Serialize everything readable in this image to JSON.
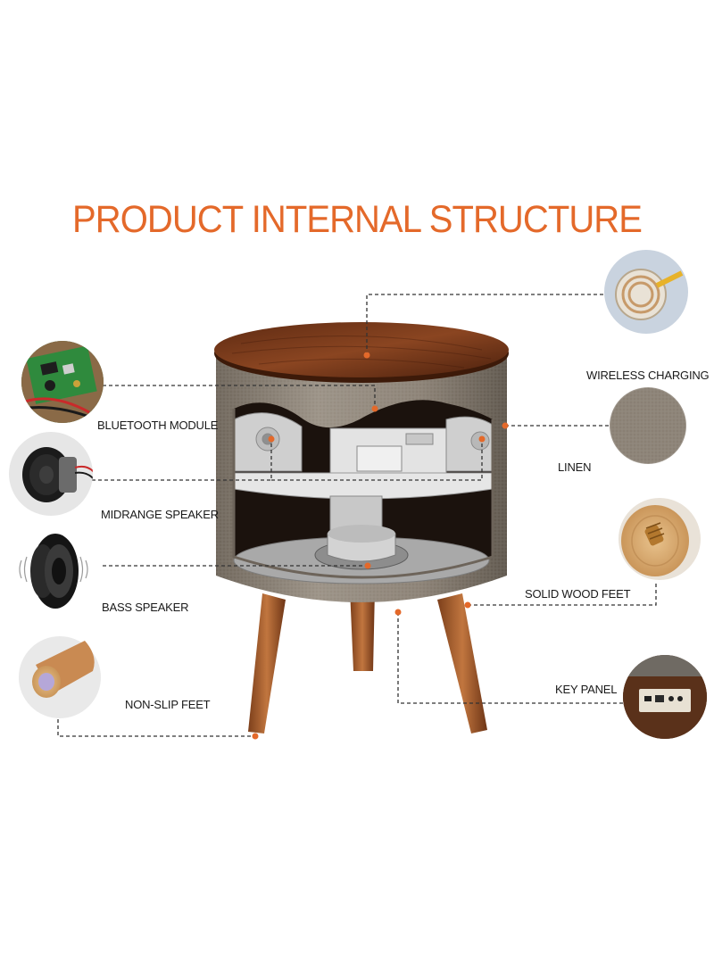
{
  "title": "PRODUCT INTERNAL STRUCTURE",
  "colors": {
    "title": "#e4692a",
    "leader_line": "#333333",
    "marker_dot": "#e4692a",
    "walnut_wood": "#7a3a1c",
    "linen_fabric": "#8d8377",
    "feet_wood": "#b0612f"
  },
  "labels": {
    "bluetooth_module": "BLUETOOTH MODULE",
    "midrange_speaker": "MIDRANGE SPEAKER",
    "bass_speaker": "BASS SPEAKER",
    "non_slip_feet": "NON-SLIP FEET",
    "wireless_charging": "WIRELESS CHARGING",
    "linen": "LINEN",
    "solid_wood_feet": "SOLID WOOD FEET",
    "key_panel": "KEY PANEL"
  },
  "icons": [
    "circuit-board-photo",
    "midrange-speaker-photo",
    "bass-speaker-photo",
    "rubber-foot-photo",
    "wireless-charging-coil-photo",
    "linen-swatch-photo",
    "wood-foot-screw-photo",
    "key-panel-photo",
    "table-speaker-cutaway"
  ]
}
